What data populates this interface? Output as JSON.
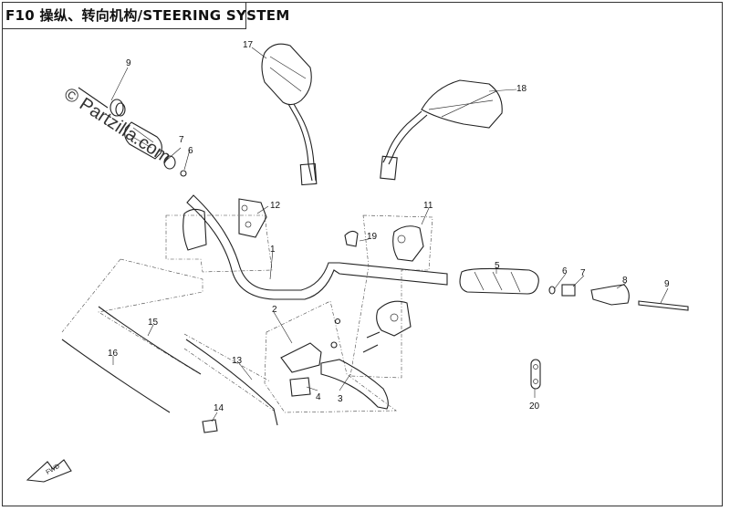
{
  "diagram": {
    "title": "F10 操纵、转向机构/STEERING SYSTEM",
    "watermark": "© Partzilla.com",
    "callouts": [
      {
        "id": "c1",
        "label": "1"
      },
      {
        "id": "c2",
        "label": "2"
      },
      {
        "id": "c3",
        "label": "3"
      },
      {
        "id": "c4",
        "label": "4"
      },
      {
        "id": "c5",
        "label": "5"
      },
      {
        "id": "c6a",
        "label": "6"
      },
      {
        "id": "c6b",
        "label": "6"
      },
      {
        "id": "c7a",
        "label": "7"
      },
      {
        "id": "c7b",
        "label": "7"
      },
      {
        "id": "c8",
        "label": "8"
      },
      {
        "id": "c9a",
        "label": "9"
      },
      {
        "id": "c9b",
        "label": "9"
      },
      {
        "id": "c11",
        "label": "11"
      },
      {
        "id": "c12",
        "label": "12"
      },
      {
        "id": "c13",
        "label": "13"
      },
      {
        "id": "c14",
        "label": "14"
      },
      {
        "id": "c15",
        "label": "15"
      },
      {
        "id": "c16",
        "label": "16"
      },
      {
        "id": "c17",
        "label": "17"
      },
      {
        "id": "c18",
        "label": "18"
      },
      {
        "id": "c19",
        "label": "19"
      },
      {
        "id": "c20",
        "label": "20"
      }
    ],
    "fwd_label": "FWD"
  }
}
